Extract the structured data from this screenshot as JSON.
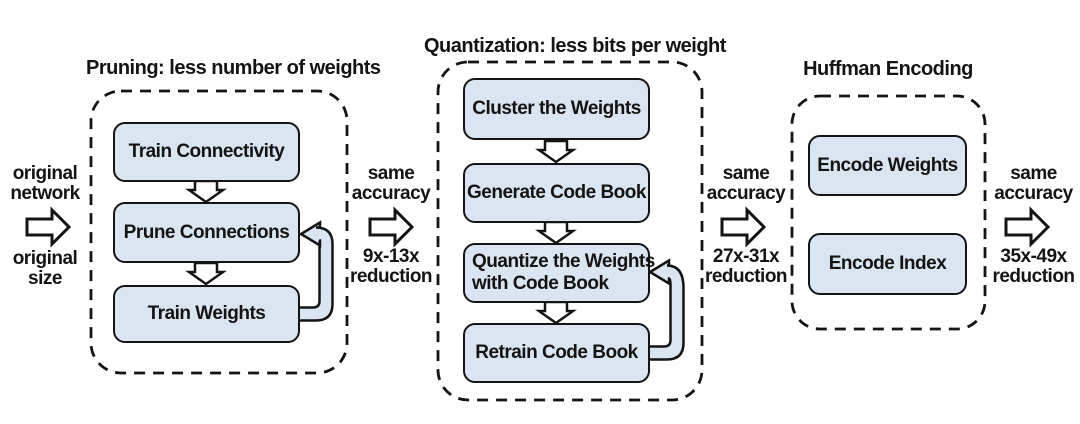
{
  "stages": {
    "pruning": {
      "title": "Pruning: less number of weights",
      "boxes": [
        "Train Connectivity",
        "Prune Connections",
        "Train Weights"
      ]
    },
    "quantization": {
      "title": "Quantization: less bits per weight",
      "boxes": [
        "Cluster the Weights",
        "Generate Code Book",
        [
          "Quantize the Weights",
          "with Code Book"
        ],
        "Retrain Code Book"
      ]
    },
    "huffman": {
      "title": "Huffman Encoding",
      "boxes": [
        "Encode Weights",
        "Encode Index"
      ]
    }
  },
  "flow_labels": {
    "input": {
      "top": "original network",
      "bottom": "original size"
    },
    "pruning_to_quantization": {
      "top": "same accuracy",
      "bottom": "9x-13x reduction"
    },
    "quantization_to_huffman": {
      "top": "same accuracy",
      "bottom": "27x-31x reduction"
    },
    "output": {
      "top": "same accuracy",
      "bottom": "35x-49x reduction"
    }
  },
  "colors": {
    "box_fill": "#d9e5f1",
    "line": "#141414",
    "background": "#ffffff"
  }
}
